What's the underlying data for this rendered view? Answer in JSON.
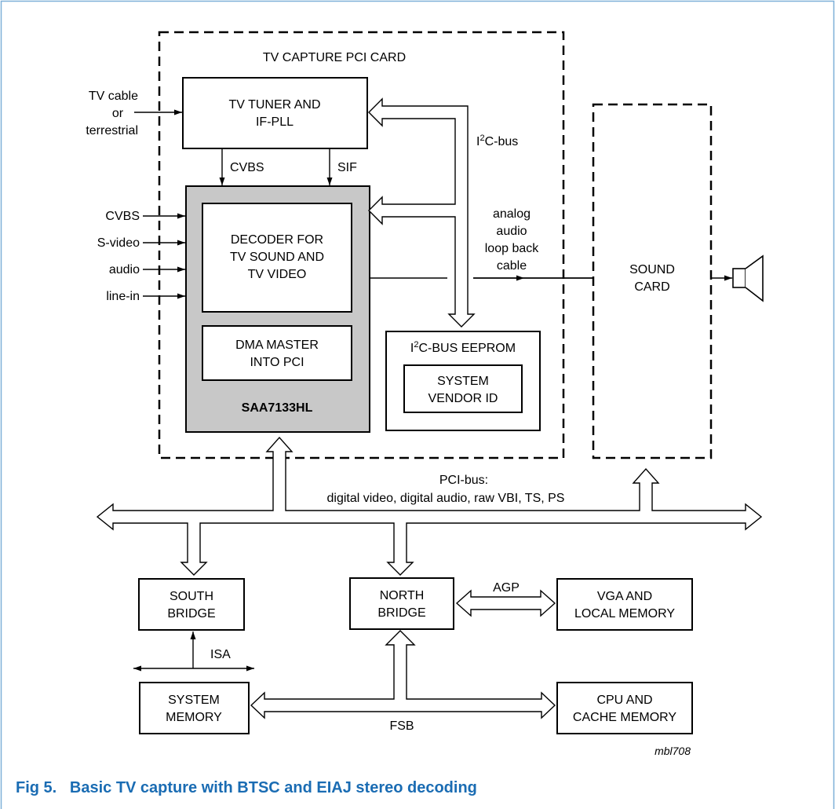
{
  "diagram": {
    "capture_card_label": "TV CAPTURE PCI CARD",
    "tuner": {
      "line1": "TV TUNER AND",
      "line2": "IF-PLL"
    },
    "tuner_input": {
      "line1": "TV cable",
      "line2": "or",
      "line3": "terrestrial"
    },
    "cvbs_out": "CVBS",
    "sif_out": "SIF",
    "i2c_bus": {
      "prefix": "I",
      "sup": "2",
      "suffix": "C-bus"
    },
    "inputs": [
      "CVBS",
      "S-video",
      "audio",
      "line-in"
    ],
    "decoder": {
      "line1": "DECODER FOR",
      "line2": "TV SOUND AND",
      "line3": "TV VIDEO"
    },
    "dma": {
      "line1": "DMA MASTER",
      "line2": "INTO PCI"
    },
    "chip_label": "SAA7133HL",
    "eeprom": {
      "prefix": "I",
      "sup": "2",
      "suffix": "C-BUS EEPROM"
    },
    "vendor": {
      "line1": "SYSTEM",
      "line2": "VENDOR ID"
    },
    "loopback": {
      "line1": "analog",
      "line2": "audio",
      "line3": "loop back",
      "line4": "cable"
    },
    "sound_card": {
      "line1": "SOUND",
      "line2": "CARD"
    },
    "pci_bus": {
      "line1": "PCI-bus:",
      "line2": "digital video, digital audio, raw VBI, TS, PS"
    },
    "south_bridge": {
      "line1": "SOUTH",
      "line2": "BRIDGE"
    },
    "north_bridge": {
      "line1": "NORTH",
      "line2": "BRIDGE"
    },
    "agp": "AGP",
    "vga": {
      "line1": "VGA AND",
      "line2": "LOCAL MEMORY"
    },
    "isa": "ISA",
    "system_memory": {
      "line1": "SYSTEM",
      "line2": "MEMORY"
    },
    "fsb": "FSB",
    "cpu": {
      "line1": "CPU AND",
      "line2": "CACHE MEMORY"
    },
    "figure_code": "mbl708"
  },
  "caption": "Fig 5.   Basic TV capture with BTSC and EIAJ stereo decoding",
  "colors": {
    "caption": "#1a6cb3",
    "frame_border": "#7fb0d8",
    "chip_fill": "#c8c8c8"
  }
}
